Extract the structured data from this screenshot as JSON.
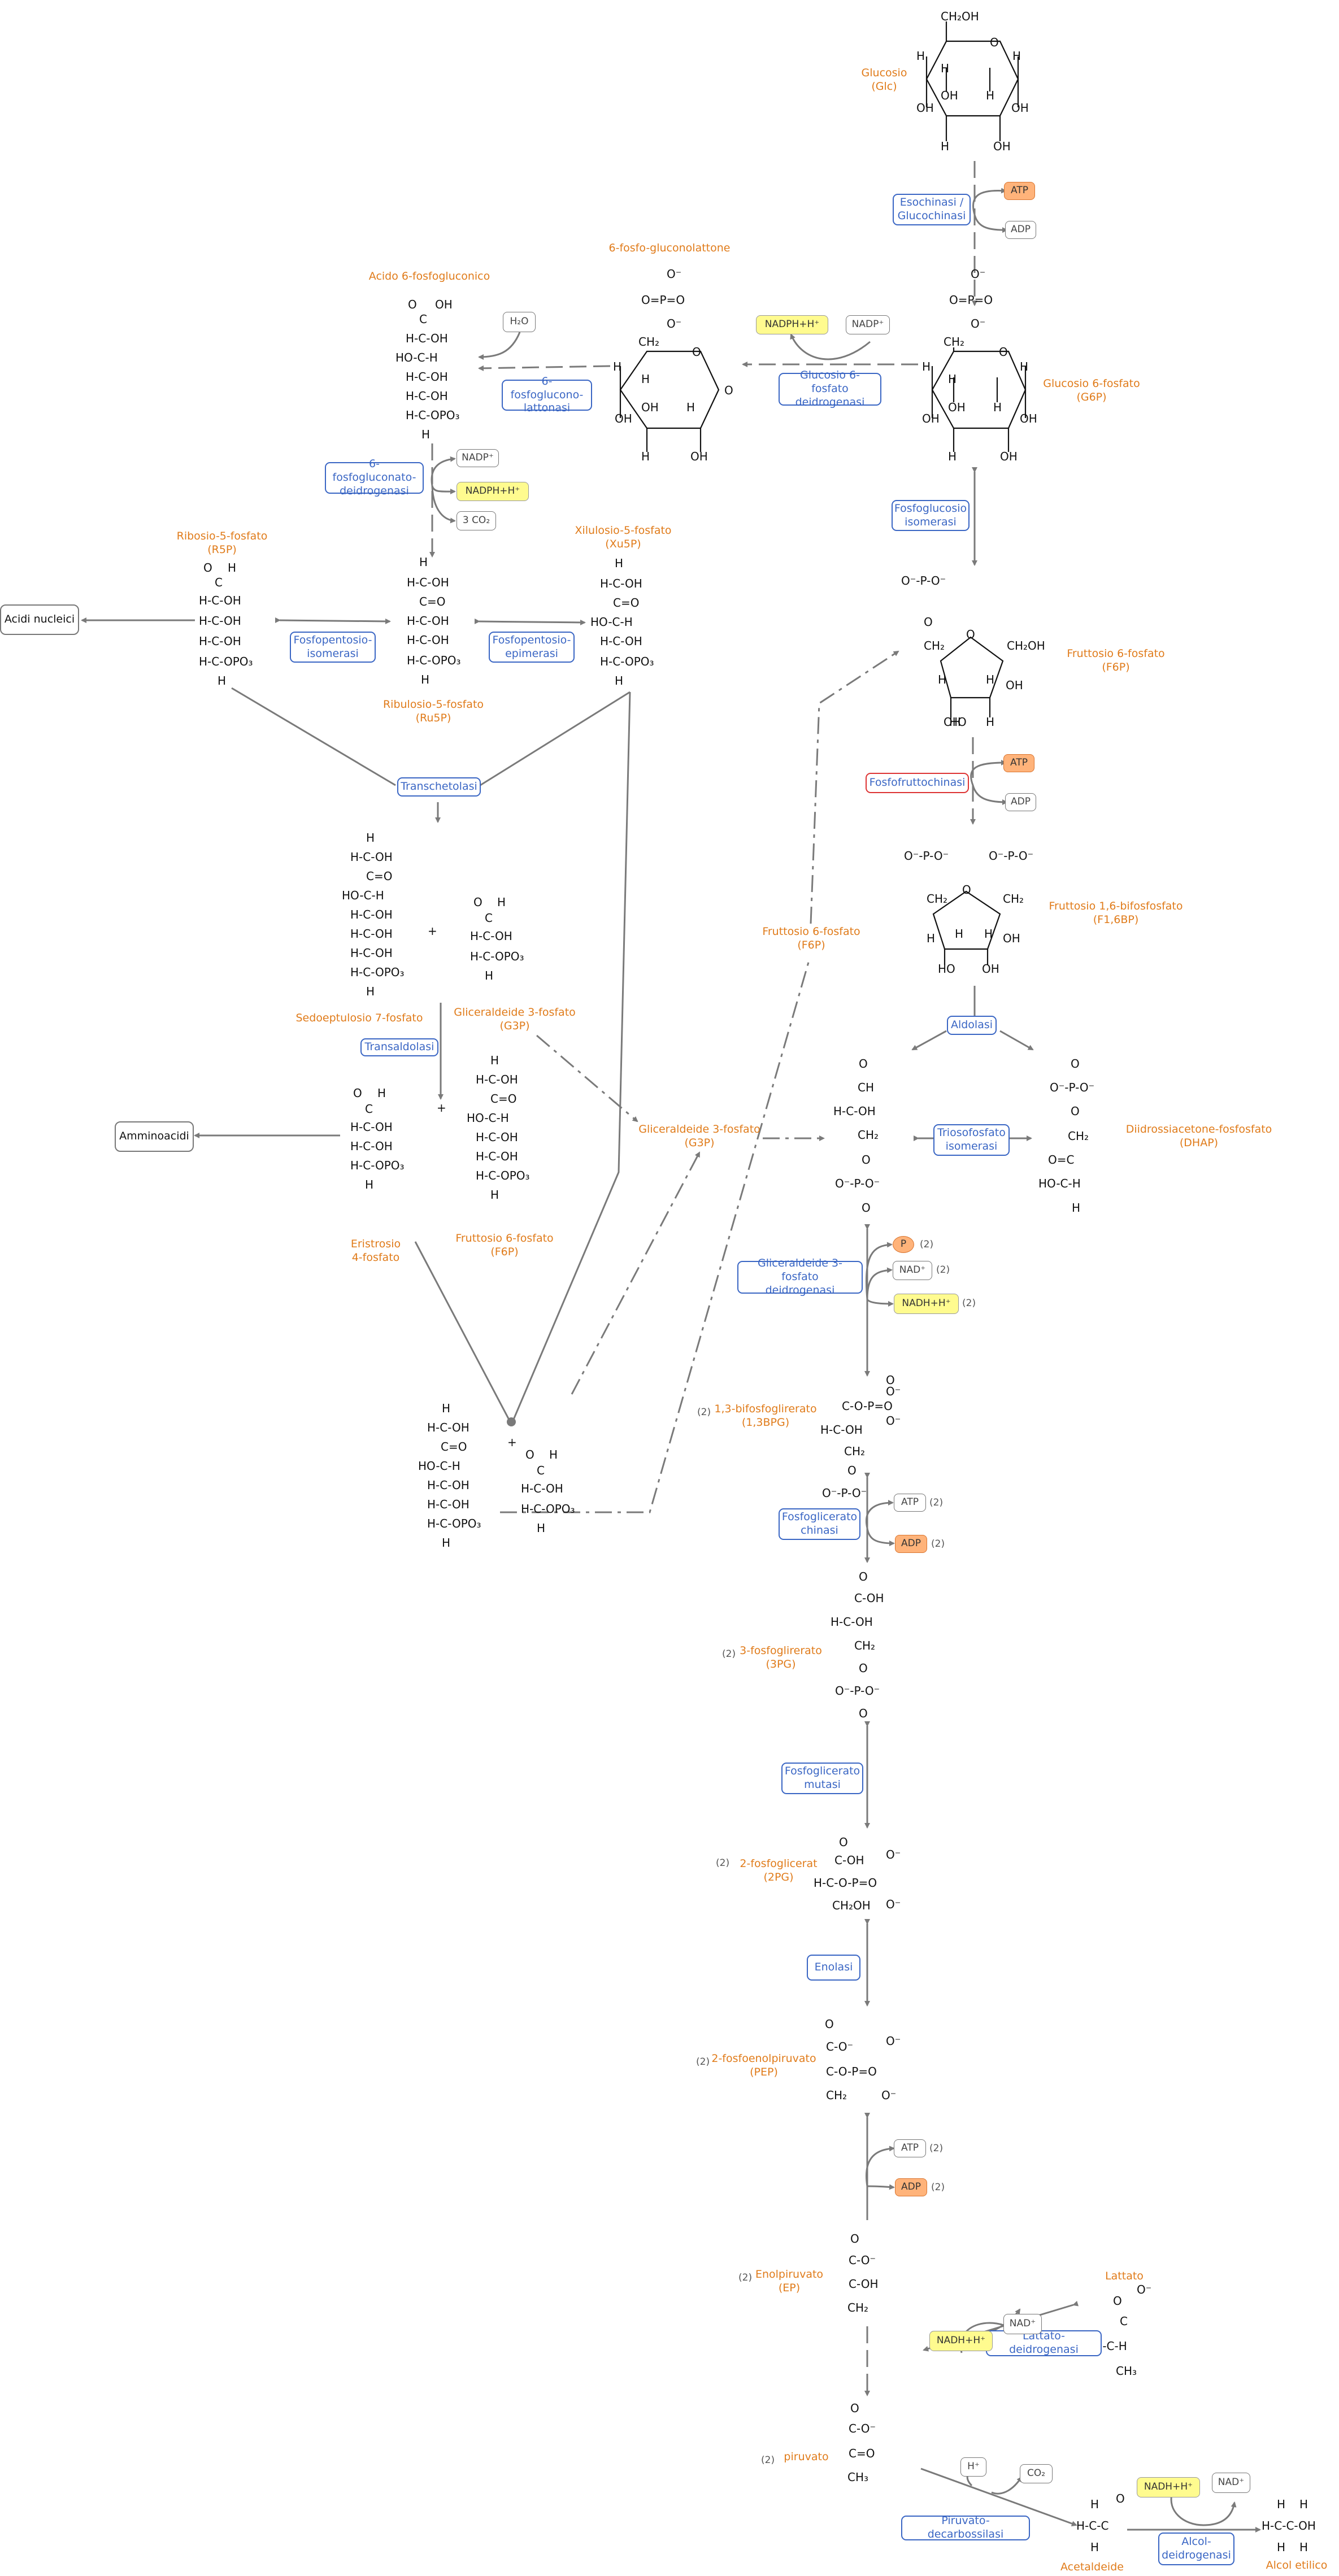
{
  "metabolites": {
    "glc": [
      "Glucosio",
      "(Glc)"
    ],
    "g6p": [
      "Glucosio 6-fosfato",
      "(G6P)"
    ],
    "pgl": [
      "6-fosfo-gluconolattone"
    ],
    "pga6": [
      "Acido 6-fosfogluconico"
    ],
    "f6p": [
      "Fruttosio 6-fosfato",
      "(F6P)"
    ],
    "f16bp": [
      "Fruttosio 1,6-bifosfosfato",
      "(F1,6BP)"
    ],
    "r5p": [
      "Ribosio-5-fosfato",
      "(R5P)"
    ],
    "xu5p": [
      "Xilulosio-5-fosfato",
      "(Xu5P)"
    ],
    "ru5p": [
      "Ribulosio-5-fosfato",
      "(Ru5P)"
    ],
    "s7p": [
      "Sedoeptulosio 7-fosfato"
    ],
    "g3p_a": [
      "Gliceraldeide 3-fosfato",
      "(G3P)"
    ],
    "g3p_b": [
      "Gliceraldeide 3-fosfato",
      "(G3P)"
    ],
    "f6p_b": [
      "Fruttosio 6-fosfato",
      "(F6P)"
    ],
    "f6p_c": [
      "Fruttosio 6-fosfato",
      "(F6P)"
    ],
    "e4p": [
      "Eristrosio",
      "4-fosfato"
    ],
    "dhap": [
      "Diidrossiacetone-fosfosfato",
      "(DHAP)"
    ],
    "bpg": [
      "1,3-bifosfoglirerato",
      "(1,3BPG)"
    ],
    "pg3": [
      "3-fosfoglirerato",
      "(3PG)"
    ],
    "pg2": [
      "2-fosfoglicerat",
      "(2PG)"
    ],
    "pep": [
      "2-fosfoenolpiruvato",
      "(PEP)"
    ],
    "ep": [
      "Enolpiruvato",
      "(EP)"
    ],
    "pyr": [
      "piruvato"
    ],
    "lat": [
      "Lattato"
    ],
    "acet": [
      "Acetaldeide"
    ],
    "eth": [
      "Alcol etilico"
    ]
  },
  "enzymes": {
    "hk": [
      "Esochinasi /",
      "Glucochinasi"
    ],
    "g6pd": [
      "Glucosio 6-fosfato",
      "deidrogenasi"
    ],
    "pgl": [
      "6-fosfoglucono-",
      "lattonasi"
    ],
    "pgd": [
      "6-fosfogluconato-",
      "deidrogenasi"
    ],
    "pgi": [
      "Fosfoglucosio",
      "isomerasi"
    ],
    "pfk": [
      "Fosfofruttochinasi"
    ],
    "rpi": [
      "Fosfopentosio-",
      "isomerasi"
    ],
    "rpe": [
      "Fosfopentosio-",
      "epimerasi"
    ],
    "tk": [
      "Transchetolasi"
    ],
    "ta": [
      "Transaldolasi"
    ],
    "ald": [
      "Aldolasi"
    ],
    "tpi": [
      "Triosofosfato",
      "isomerasi"
    ],
    "gapdh": [
      "Gliceraldeide 3-fosfato",
      "deidrogenasi"
    ],
    "pgk": [
      "Fosfoglicerato",
      "chinasi"
    ],
    "pgm": [
      "Fosfoglicerato",
      "mutasi"
    ],
    "eno": [
      "Enolasi"
    ],
    "ldh": [
      "Lattato-deidrogenasi"
    ],
    "pdc": [
      "Piruvato-decarbossilasi"
    ],
    "adh": [
      "Alcol-",
      "deidrogenasi"
    ]
  },
  "boxes": {
    "acidi": "Acidi nucleici",
    "ammino": "Amminoacidi"
  },
  "cofactors": {
    "atp1": "ATP",
    "adp1": "ADP",
    "nadph1": "NADPH+H⁺",
    "nadp1": "NADP⁺",
    "h2o": "H₂O",
    "nadp2": "NADP⁺",
    "nadph2": "NADPH+H⁺",
    "co2a": "3 CO₂",
    "atp2": "ATP",
    "adp2": "ADP",
    "p": "P",
    "nad1": "NAD⁺",
    "nadh1": "NADH+H⁺",
    "atp3": "ATP",
    "adp3": "ADP",
    "atp4": "ATP",
    "adp4": "ADP",
    "nadh2": "NADH+H⁺",
    "nad2": "NAD⁺",
    "h": "H⁺",
    "co2b": "CO₂",
    "nadh3": "NADH+H⁺",
    "nad3": "NAD⁺"
  },
  "stoich": {
    "p": "(2)",
    "nad1": "(2)",
    "nadh1": "(2)",
    "atp3": "(2)",
    "adp3": "(2)",
    "atp4": "(2)",
    "adp4": "(2)",
    "bpg": "(2)",
    "pg3": "(2)",
    "pg2": "(2)",
    "pep": "(2)",
    "ep": "(2)",
    "pyr": "(2)"
  },
  "structures": {
    "s_glc": [
      "CH₂OH",
      "O",
      "H",
      "H",
      "H",
      "OH",
      "OH",
      "H",
      "OH",
      "H",
      "OH"
    ],
    "s_g6p": [
      "O⁻",
      "O=P=O",
      "O⁻",
      "CH₂",
      "O",
      "H",
      "H",
      "H",
      "OH",
      "OH",
      "H",
      "OH",
      "H",
      "OH"
    ],
    "s_pgl": [
      "O⁻",
      "O=P=O",
      "O⁻",
      "CH₂",
      "O",
      "O",
      "H",
      "H",
      "OH",
      "H",
      "OH",
      "H",
      "OH"
    ],
    "s_pga6": [
      "O",
      "OH",
      "C",
      "H-C-OH",
      "HO-C-H",
      "H-C-OH",
      "H-C-OH",
      "H-C-OPO₃",
      "H"
    ],
    "s_f6p": [
      "O⁻-P-O⁻",
      "O",
      "CH₂",
      "O",
      "CH₂OH",
      "H",
      "HO",
      "OH",
      "H",
      "OH",
      "H"
    ],
    "s_f16bp": [
      "O⁻-P-O⁻",
      "O⁻-P-O⁻",
      "CH₂",
      "O",
      "CH₂",
      "H",
      "H",
      "HO",
      "OH",
      "OH",
      "H"
    ],
    "s_r5p": [
      "O",
      "H",
      "C",
      "H-C-OH",
      "H-C-OH",
      "H-C-OH",
      "H-C-OPO₃",
      "H"
    ],
    "s_ru5p": [
      "H",
      "H-C-OH",
      "C=O",
      "H-C-OH",
      "H-C-OH",
      "H-C-OPO₃",
      "H"
    ],
    "s_xu5p": [
      "H",
      "H-C-OH",
      "C=O",
      "HO-C-H",
      "H-C-OH",
      "H-C-OPO₃",
      "H"
    ],
    "s_s7p": [
      "H",
      "H-C-OH",
      "C=O",
      "HO-C-H",
      "H-C-OH",
      "H-C-OH",
      "H-C-OH",
      "H-C-OPO₃",
      "H"
    ],
    "s_g3p_a": [
      "O",
      "H",
      "C",
      "H-C-OH",
      "H-C-OPO₃",
      "H"
    ],
    "s_e4p": [
      "O",
      "H",
      "C",
      "H-C-OH",
      "H-C-OH",
      "H-C-OPO₃",
      "H"
    ],
    "s_f6p_b": [
      "H",
      "H-C-OH",
      "C=O",
      "HO-C-H",
      "H-C-OH",
      "H-C-OH",
      "H-C-OPO₃",
      "H"
    ],
    "s_f6p_c": [
      "H",
      "H-C-OH",
      "C=O",
      "HO-C-H",
      "H-C-OH",
      "H-C-OH",
      "H-C-OPO₃",
      "H"
    ],
    "s_g3p_c": [
      "O",
      "H",
      "C",
      "H-C-OH",
      "H-C-OPO₃",
      "H"
    ],
    "s_g3p": [
      "O",
      "CH",
      "H-C-OH",
      "CH₂",
      "O",
      "O⁻-P-O⁻",
      "O"
    ],
    "s_dhap": [
      "O",
      "O⁻-P-O⁻",
      "O",
      "CH₂",
      "O=C",
      "HO-C-H",
      "H"
    ],
    "s_bpg": [
      "O",
      "O⁻",
      "C-O-P=O",
      "O⁻",
      "H-C-OH",
      "CH₂",
      "O",
      "O⁻-P-O⁻",
      "O"
    ],
    "s_3pg": [
      "O",
      "C-OH",
      "H-C-OH",
      "CH₂",
      "O",
      "O⁻-P-O⁻",
      "O"
    ],
    "s_2pg": [
      "O",
      "O⁻",
      "C-OH",
      "H-C-O-P=O",
      "CH₂OH",
      "O⁻"
    ],
    "s_pep": [
      "O",
      "O⁻",
      "C-O⁻",
      "C-O-P=O",
      "CH₂",
      "O⁻"
    ],
    "s_ep": [
      "O",
      "C-O⁻",
      "C-OH",
      "CH₂"
    ],
    "s_pyr": [
      "O",
      "C-O⁻",
      "C=O",
      "CH₃"
    ],
    "s_lat": [
      "O",
      "O⁻",
      "C",
      "HO-C-H",
      "CH₃"
    ],
    "s_acet": [
      "H",
      "O",
      "H-C-C",
      "H"
    ],
    "s_eth": [
      "H",
      "H",
      "H-C-C-OH",
      "H",
      "H"
    ]
  }
}
